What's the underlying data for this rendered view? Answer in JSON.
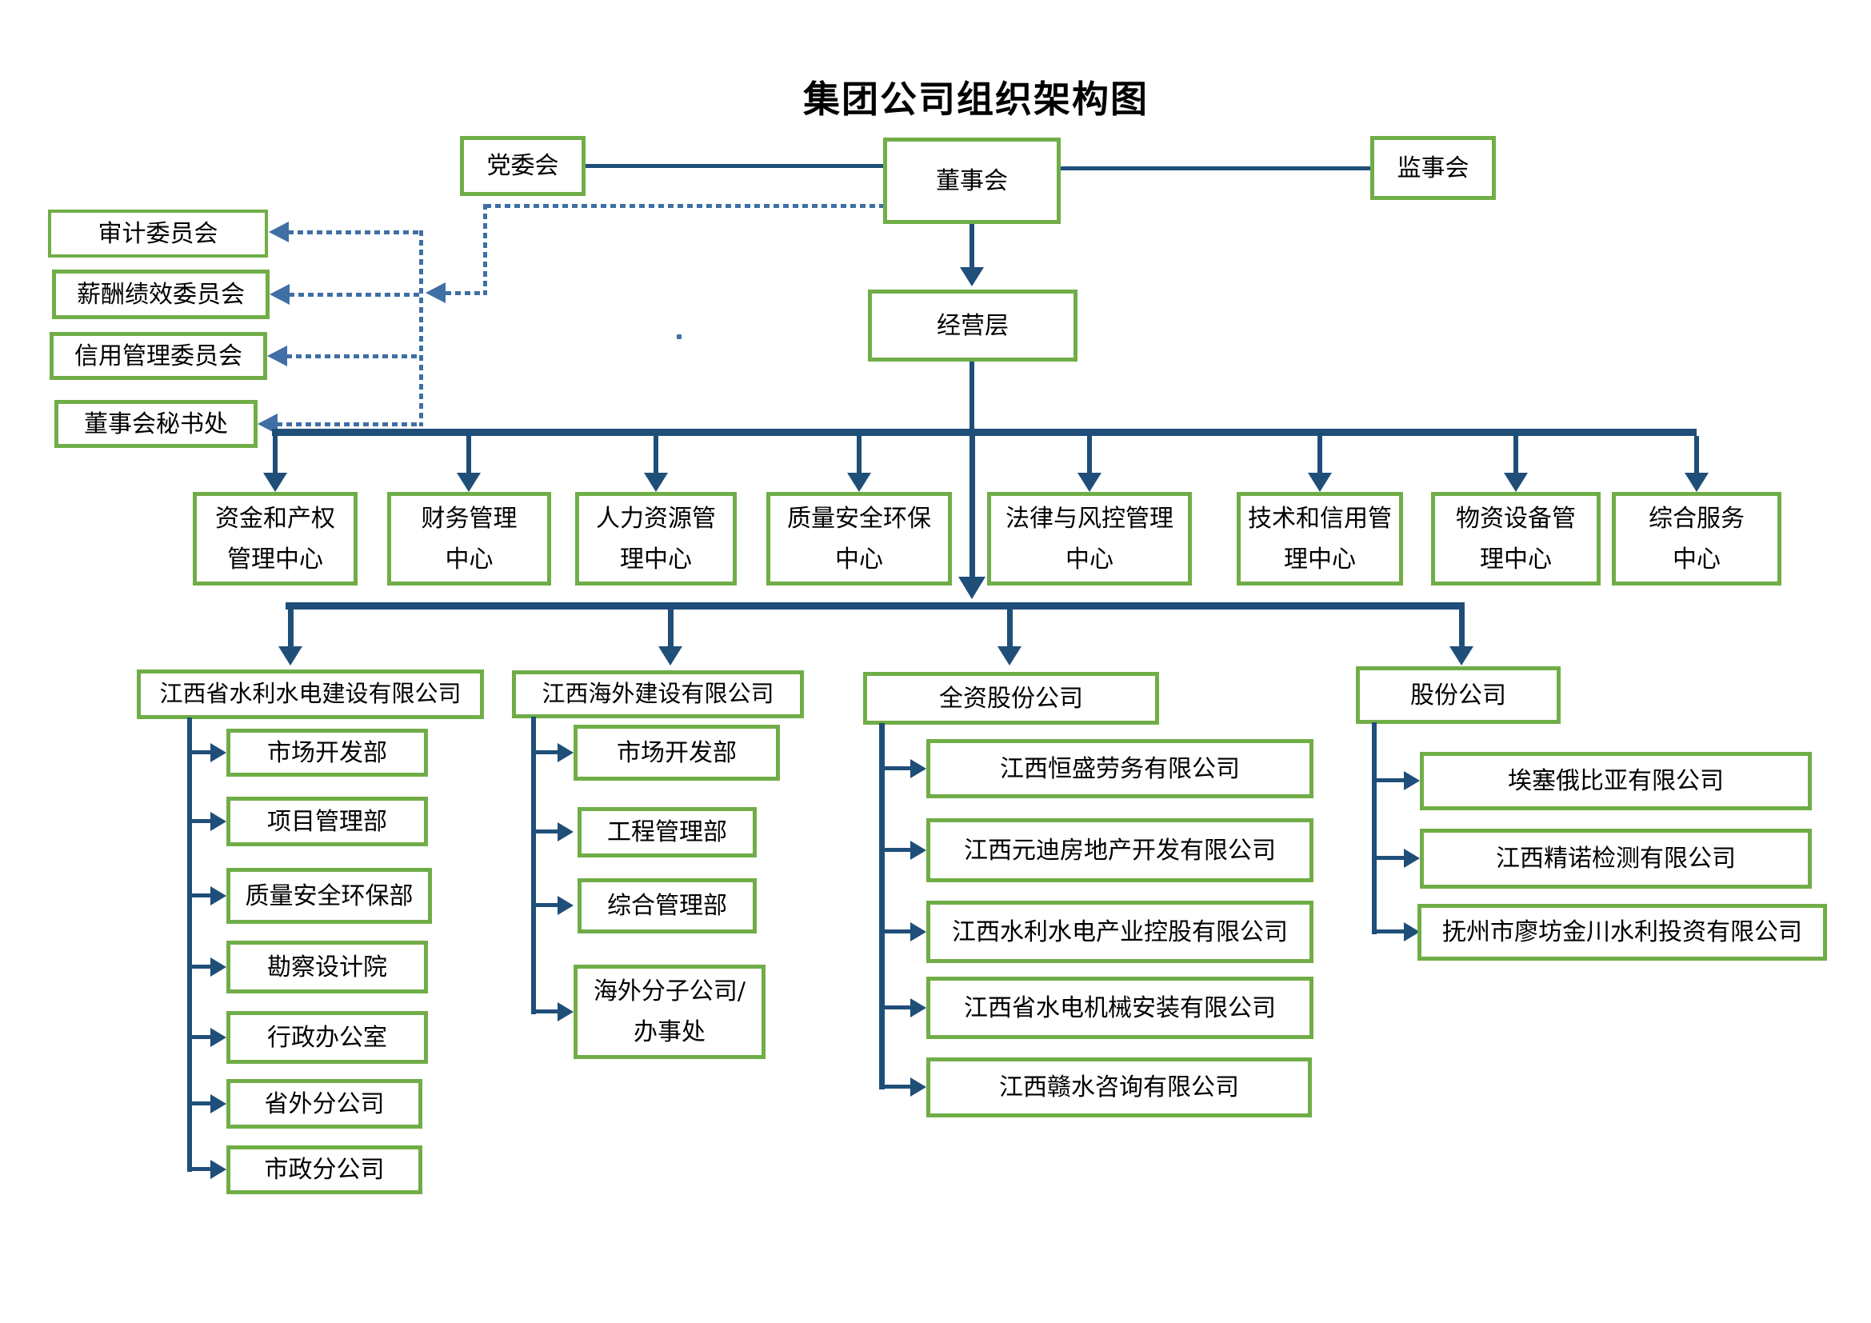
{
  "title": "集团公司组织架构图",
  "colors": {
    "box_border_green": "#70AD47",
    "solid_connector_navy": "#1F4E79",
    "dotted_connector_blue": "#3F6FA5",
    "text": "#000000"
  },
  "top_row": {
    "party": "党委会",
    "board": "董事会",
    "supervisory": "监事会"
  },
  "committees": [
    "审计委员会",
    "薪酬绩效委员会",
    "信用管理委员会",
    "董事会秘书处"
  ],
  "management": "经营层",
  "centers": [
    "资金和产权\n管理中心",
    "财务管理\n中心",
    "人力资源管\n理中心",
    "质量安全环保\n中心",
    "法律与风控管理\n中心",
    "技术和信用管\n理中心",
    "物资设备管\n理中心",
    "综合服务\n中心"
  ],
  "subsidiaries": [
    {
      "name": "江西省水利水电建设有限公司",
      "children": [
        "市场开发部",
        "项目管理部",
        "质量安全环保部",
        "勘察设计院",
        "行政办公室",
        "省外分公司",
        "市政分公司"
      ]
    },
    {
      "name": "江西海外建设有限公司",
      "children": [
        "市场开发部",
        "工程管理部",
        "综合管理部",
        "海外分子公司/\n办事处"
      ]
    },
    {
      "name": "全资股份公司",
      "children": [
        "江西恒盛劳务有限公司",
        "江西元迪房地产开发有限公司",
        "江西水利水电产业控股有限公司",
        "江西省水电机械安装有限公司",
        "江西赣水咨询有限公司"
      ]
    },
    {
      "name": "股份公司",
      "children": [
        "埃塞俄比亚有限公司",
        "江西精诺检测有限公司",
        "抚州市廖坊金川水利投资有限公司"
      ]
    }
  ]
}
